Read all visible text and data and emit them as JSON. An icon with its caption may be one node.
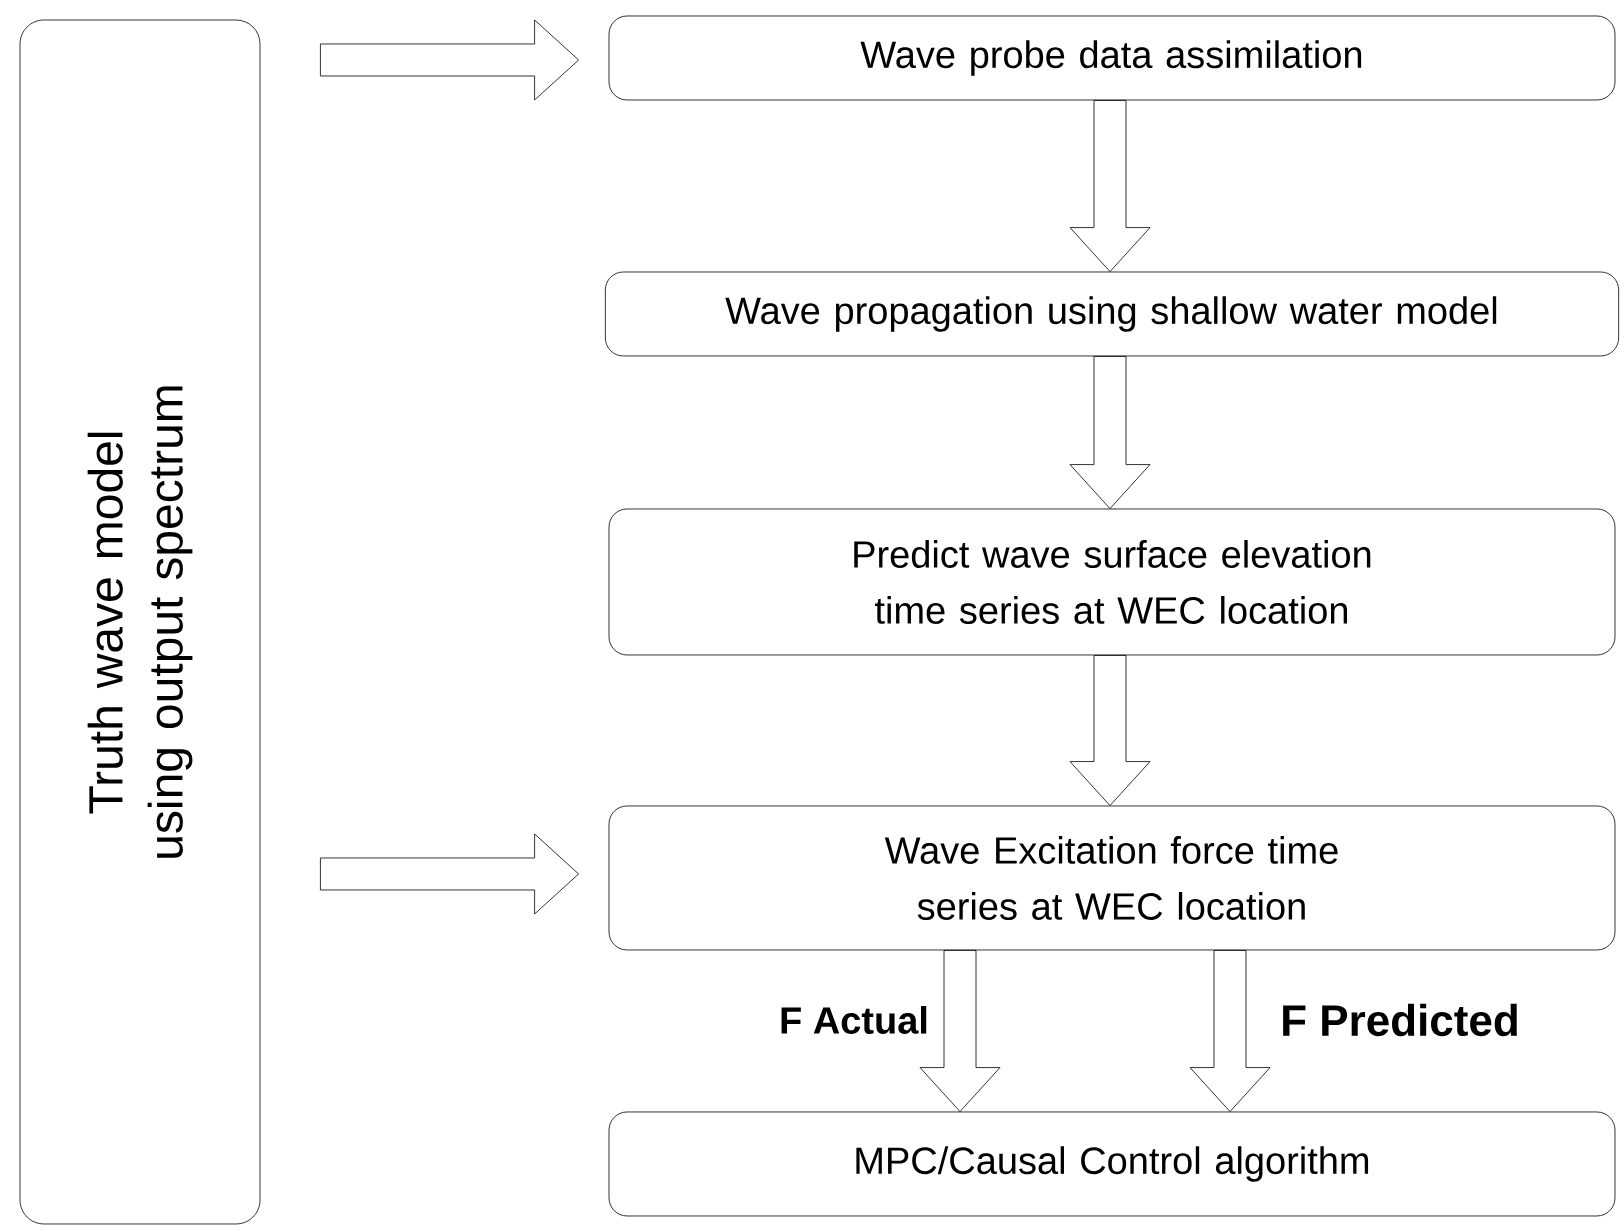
{
  "diagram": {
    "nodes": [
      {
        "text": [
          "Truth wave model using output spectrum"
        ]
      },
      {
        "text": [
          "Wave probe data assimilation"
        ]
      },
      {
        "text": [
          "Wave propagation using shallow water model"
        ]
      },
      {
        "text": [
          "Predict wave surface elevation time series at WEC location"
        ]
      },
      {
        "text": [
          "Wave Excitation force time series at WEC location"
        ]
      },
      {
        "text": [
          "MPC/Causal Control algorithm"
        ]
      }
    ],
    "edges": [
      {
        "from": 0,
        "to": 1,
        "arrow": "to"
      },
      {
        "from": 0,
        "to": 4,
        "arrow": "to"
      },
      {
        "from": 1,
        "to": 2,
        "arrow": "to"
      },
      {
        "from": 2,
        "to": 3,
        "arrow": "to"
      },
      {
        "from": 3,
        "to": 4,
        "arrow": "to"
      },
      {
        "from": 4,
        "to": 5,
        "arrow": "to",
        "label": "F Actual"
      },
      {
        "from": 4,
        "to": 5,
        "arrow": "to",
        "label": "F Predicted"
      }
    ]
  }
}
